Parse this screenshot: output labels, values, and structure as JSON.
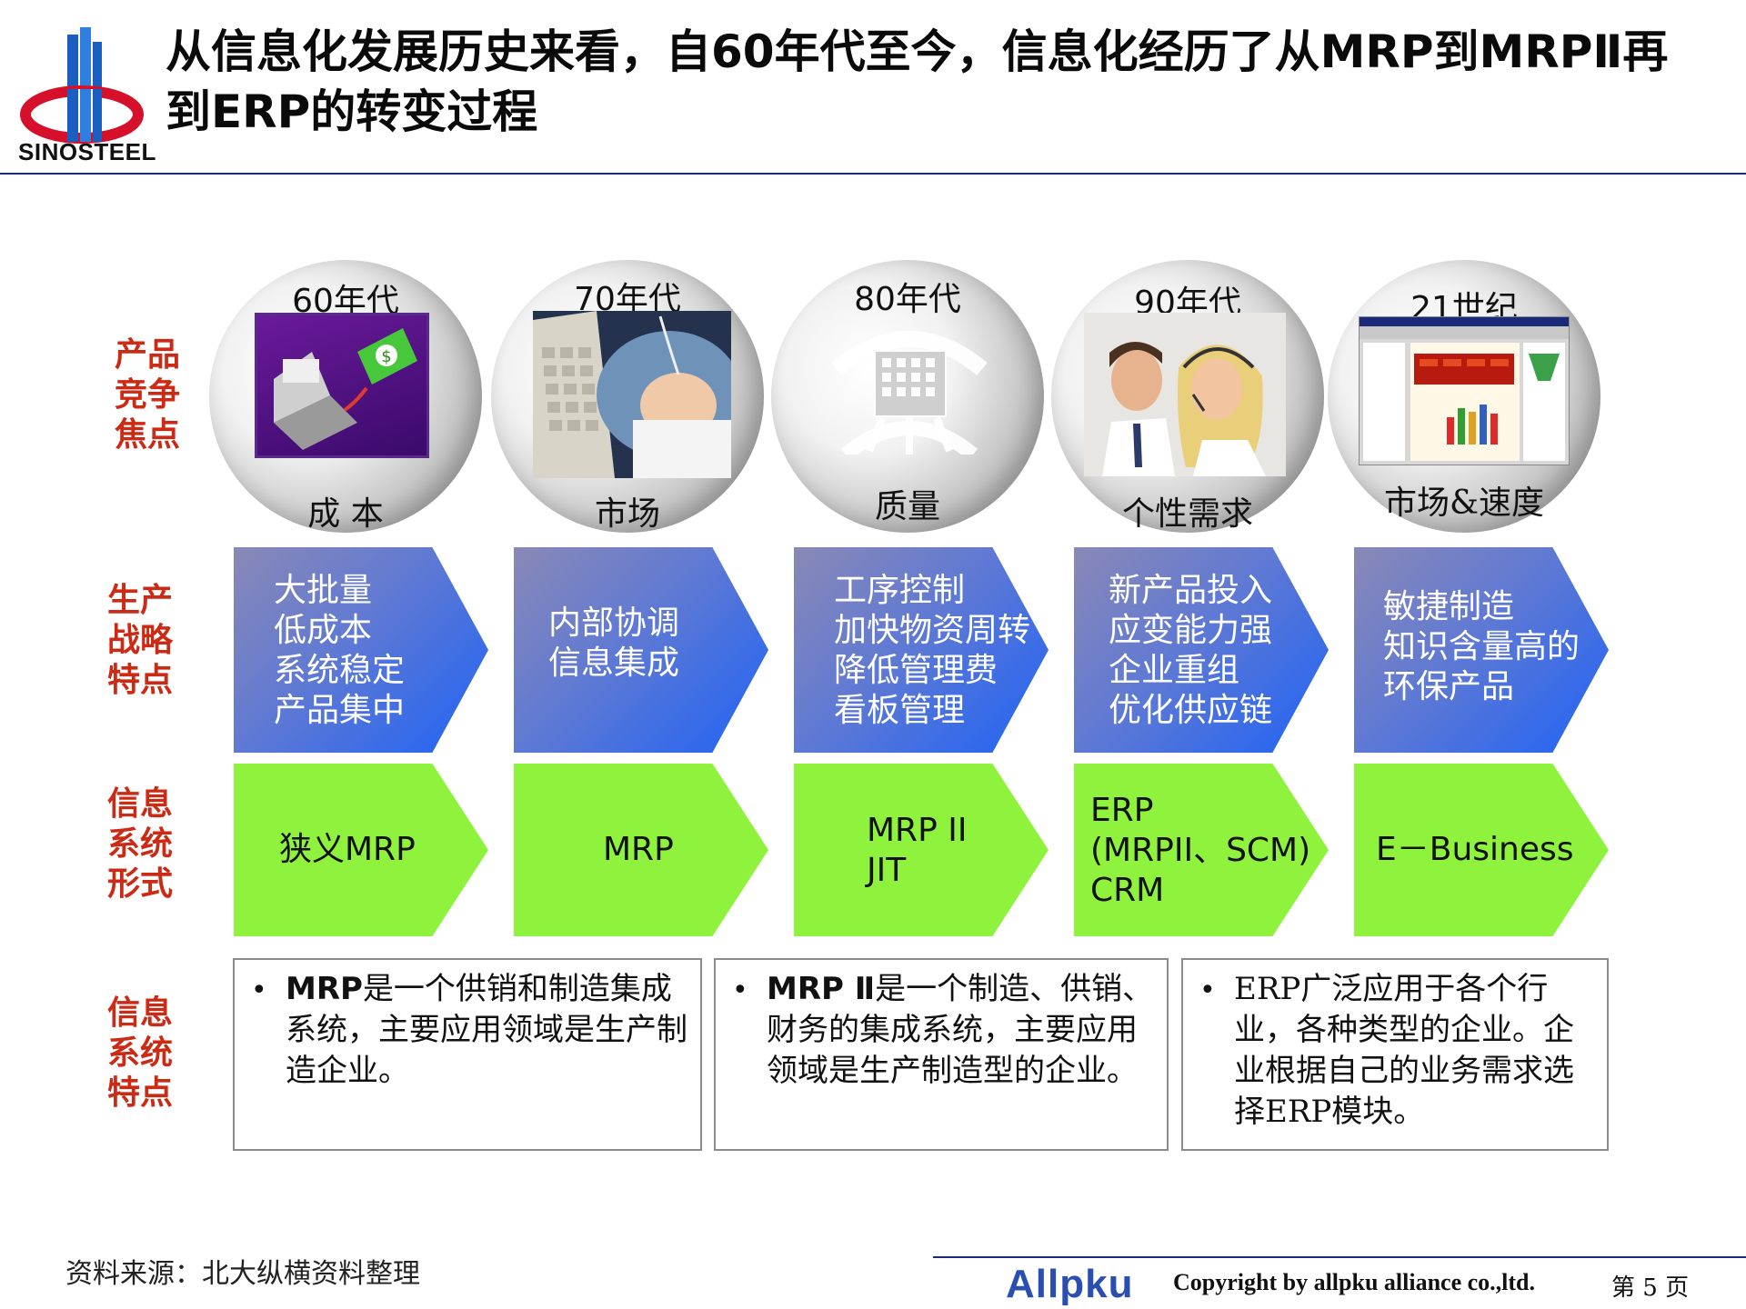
{
  "header": {
    "logo_text": "SINOSTEEL",
    "title": "从信息化发展历史来看，自60年代至今，信息化经历了从MRP到MRPⅡ再到ERP的转变过程"
  },
  "row_labels": {
    "focus": [
      "产品",
      "竞争",
      "焦点"
    ],
    "strategy": [
      "生产",
      "战略",
      "特点"
    ],
    "form": [
      "信息",
      "系统",
      "形式"
    ],
    "feature": [
      "信息",
      "系统",
      "特点"
    ]
  },
  "eras": [
    {
      "title": "60年代",
      "focus": "成 本",
      "strategy": [
        "大批量",
        "低成本",
        "系统稳定",
        "产品集中"
      ],
      "system": [
        "狭义MRP"
      ]
    },
    {
      "title": "70年代",
      "focus": "市场",
      "strategy": [
        "内部协调",
        "信息集成"
      ],
      "system": [
        "MRP"
      ]
    },
    {
      "title": "80年代",
      "focus": "质量",
      "strategy": [
        "工序控制",
        "加快物资周转",
        "降低管理费",
        "看板管理"
      ],
      "system": [
        "MRP II",
        "JIT"
      ]
    },
    {
      "title": "90年代",
      "focus": "个性需求",
      "strategy": [
        "新产品投入",
        "应变能力强",
        "企业重组",
        "优化供应链"
      ],
      "system": [
        "ERP",
        "(MRPII、SCM)",
        "CRM"
      ]
    },
    {
      "title": "21世纪",
      "focus": "市场&速度",
      "strategy": [
        "敏捷制造",
        "知识含量高的",
        "环保产品"
      ],
      "system": [
        "E－Business"
      ]
    }
  ],
  "features": [
    {
      "bold": "MRP",
      "text": "是一个供销和制造集成系统，主要应用领域是生产制造企业。"
    },
    {
      "bold": "MRP Ⅱ",
      "text": "是一个制造、供销、财务的集成系统，主要应用领域是生产制造型的企业。"
    },
    {
      "bold": "",
      "text": "ERP广泛应用于各个行业，各种类型的企业。企业根据自己的业务需求选择ERP模块。"
    }
  ],
  "footer": {
    "source": "资料来源：北大纵横资料整理",
    "brand": "Allpku",
    "copyright": "Copyright by  allpku alliance co.,ltd.",
    "page": "第 5 页"
  },
  "colors": {
    "row_label": "#cc2a14",
    "chevron_blue_end": "#1f63f5",
    "chevron_green": "#8ff23c",
    "rule": "#1a2a7a"
  }
}
